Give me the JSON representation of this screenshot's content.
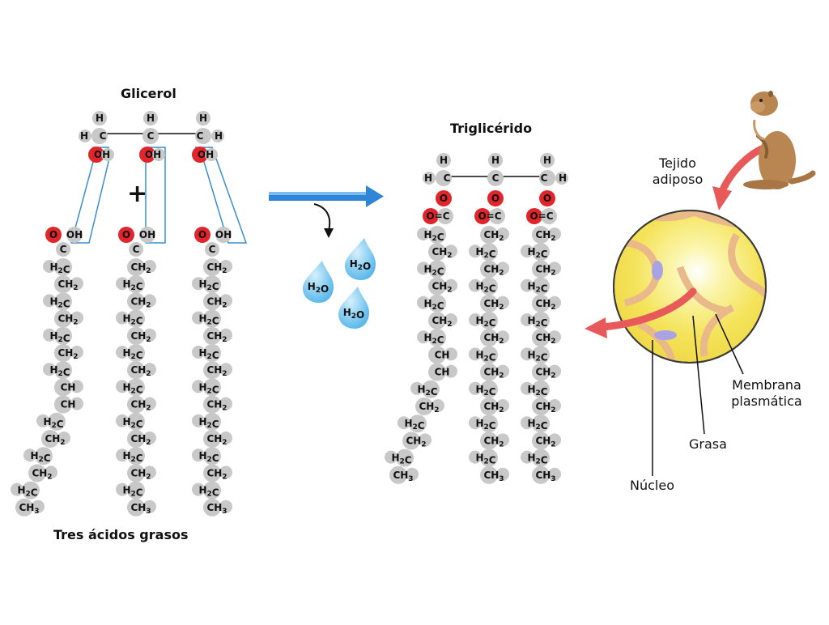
{
  "labels": {
    "glycerol": "Glicerol",
    "triglyceride": "Triglicérido",
    "fatty_acids": "Tres ácidos grasos",
    "plus": "+",
    "adipose_tissue_line1": "Tejido",
    "adipose_tissue_line2": "adiposo",
    "membrane_line1": "Membrana",
    "membrane_line2": "plasmática",
    "fat": "Grasa",
    "nucleus": "Núcleo"
  },
  "water": {
    "label": "H2O",
    "count": 3
  },
  "glycerol": {
    "top": "H",
    "carbon": "C",
    "left_h": "H",
    "right_h": "H",
    "hydroxyl": "OH"
  },
  "fatty_acid": {
    "carbonyl_o": "O",
    "hydroxyl": "OH",
    "carbon": "C"
  },
  "ester": {
    "ester_o": "O",
    "carbonyl": "O=C"
  },
  "chains": {
    "acid_1": [
      "H2C",
      "CH2",
      "H2C",
      "CH2",
      "H2C",
      "CH2",
      "H2C",
      "CH",
      "CH",
      "H2C",
      "CH2",
      "H2C",
      "CH2",
      "H2C",
      "CH3"
    ],
    "acid_2": [
      "CH2",
      "H2C",
      "CH2",
      "H2C",
      "CH2",
      "H2C",
      "CH2",
      "H2C",
      "CH2",
      "H2C",
      "CH2",
      "H2C",
      "CH2",
      "H2C",
      "CH3"
    ],
    "acid_3": [
      "CH2",
      "H2C",
      "CH2",
      "H2C",
      "CH2",
      "H2C",
      "CH2",
      "H2C",
      "CH2",
      "H2C",
      "CH2",
      "H2C",
      "CH2",
      "H2C",
      "CH3"
    ],
    "tri_1": [
      "H2C",
      "CH2",
      "H2C",
      "CH2",
      "H2C",
      "CH2",
      "H2C",
      "CH",
      "CH",
      "H2C",
      "CH2",
      "H2C",
      "CH2",
      "H2C",
      "CH3"
    ],
    "tri_2": [
      "CH2",
      "H2C",
      "CH2",
      "H2C",
      "CH2",
      "H2C",
      "CH2",
      "H2C",
      "CH2",
      "H2C",
      "CH2",
      "H2C",
      "CH2",
      "H2C",
      "CH3"
    ],
    "tri_3": [
      "CH2",
      "H2C",
      "CH2",
      "H2C",
      "CH2",
      "H2C",
      "CH2",
      "H2C",
      "CH2",
      "H2C",
      "CH2",
      "H2C",
      "CH2",
      "H2C",
      "CH3"
    ]
  },
  "colors": {
    "atom_gray": "#c8c8c8",
    "oxygen_red": "#e0262b",
    "reaction_arrow": "#2f86d6",
    "water_drop": "#6ec3ef",
    "pink_arrow": "#e85a5a",
    "cell_yellow": "#f6e76a",
    "cell_border": "#e8b48a",
    "nucleus_purple": "#a9a3e6",
    "animal_brown": "#b98652",
    "bracket_blue": "#3a8fd0"
  }
}
